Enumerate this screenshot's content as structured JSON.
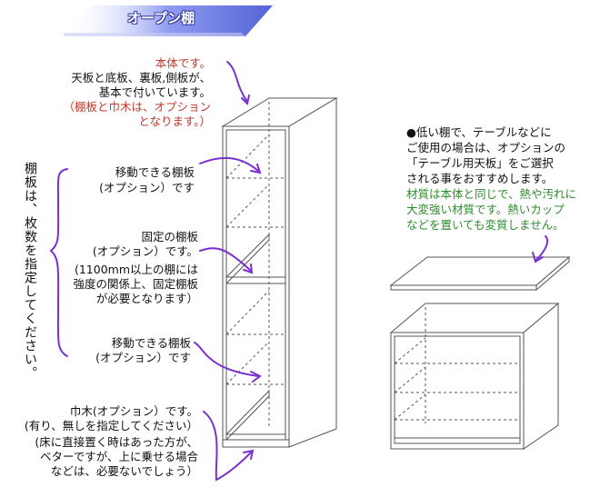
{
  "title": "オープン棚",
  "labels": {
    "main_body": {
      "heading": "本体です。",
      "line1": "天板と底板、裏板,側板が、",
      "line2": "基本で付いています。",
      "note1": "（棚板と巾木は、オプション",
      "note2": "となります。）"
    },
    "movable_upper": {
      "line1": "移動できる棚板",
      "line2": "(オプション）です"
    },
    "fixed": {
      "line1": "固定の棚板",
      "line2": "(オプション）です。",
      "line3": "(1100mm以上の棚には",
      "line4": "強度の関係上、固定棚板",
      "line5": "が必要となります）"
    },
    "movable_lower": {
      "line1": "移動できる棚板",
      "line2": "(オプション）です"
    },
    "baseboard": {
      "line1": "巾木(オプション）です。",
      "line2": "(有り、無しを指定してください）",
      "line3": "(床に直接置く時はあった方が、",
      "line4": "ベターですが、上に乗せる場合",
      "line5": "などは、必要ないでしょう）"
    },
    "vertical": "棚板は、枚数を指定してください。",
    "table_top": {
      "line1": "●低い棚で、テーブルなどに",
      "line2": "ご使用の場合は、オプションの",
      "line3": "「テーブル用天板」をご選択",
      "line4": "される事をおすすめします。",
      "line5": "材質は本体と同じで、熱や汚れに",
      "line6": "大変強い材質です。熱いカップ",
      "line7": "などを置いても変質しません。"
    }
  },
  "colors": {
    "arrow": "#7a2fd0",
    "note_red": "#c0392b",
    "note_green": "#2e8b2e",
    "title_banner": "#7a86e8"
  }
}
